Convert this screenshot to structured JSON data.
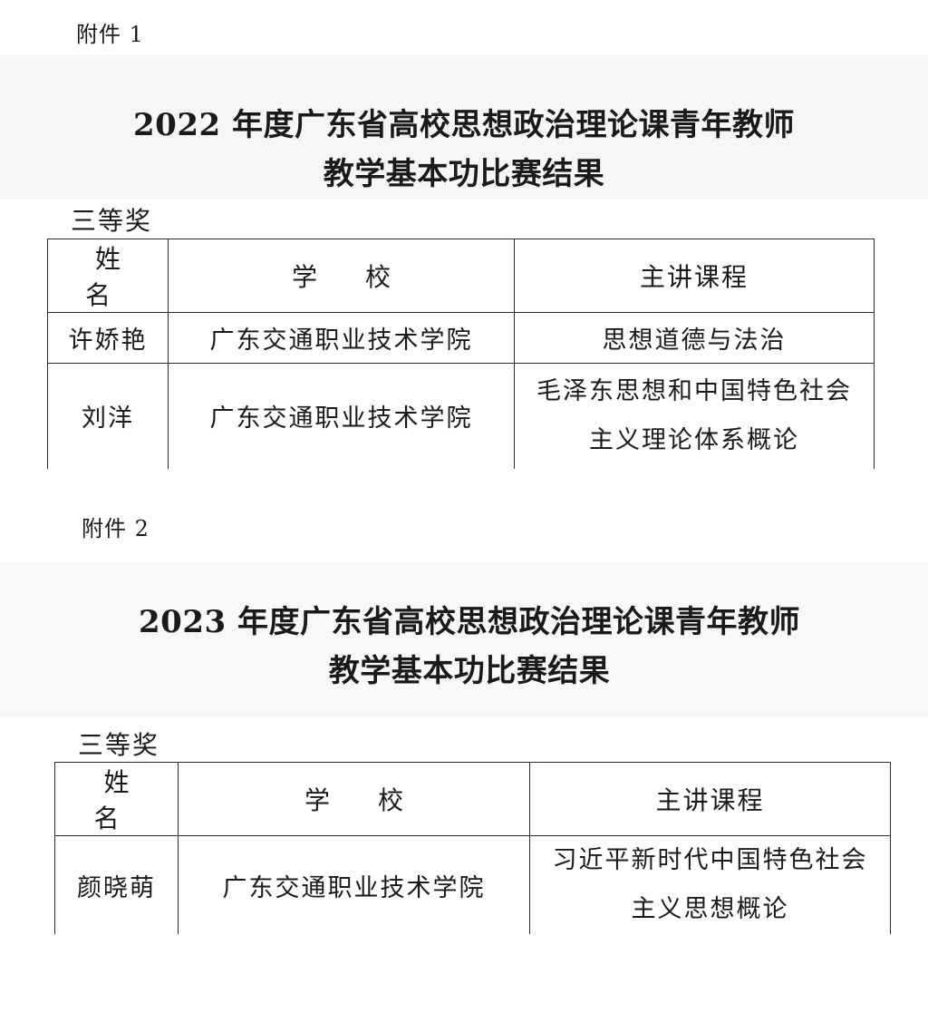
{
  "attachment1": {
    "label": "附件 1",
    "title_line1": "2022 年度广东省高校思想政治理论课青年教师",
    "title_line2": "教学基本功比赛结果",
    "award": "三等奖",
    "headers": {
      "name": "姓 名",
      "school": "学 校",
      "course": "主讲课程"
    },
    "rows": [
      {
        "name": "许娇艳",
        "school": "广东交通职业技术学院",
        "course_line1": "思想道德与法治",
        "course_line2": ""
      },
      {
        "name": "刘洋",
        "school": "广东交通职业技术学院",
        "course_line1": "毛泽东思想和中国特色社会",
        "course_line2": "主义理论体系概论"
      }
    ]
  },
  "attachment2": {
    "label": "附件 2",
    "title_line1": "2023 年度广东省高校思想政治理论课青年教师",
    "title_line2": "教学基本功比赛结果",
    "award": "三等奖",
    "headers": {
      "name": "姓 名",
      "school": "学 校",
      "course": "主讲课程"
    },
    "rows": [
      {
        "name": "颜晓萌",
        "school": "广东交通职业技术学院",
        "course_line1": "习近平新时代中国特色社会",
        "course_line2": "主义思想概论"
      }
    ]
  }
}
